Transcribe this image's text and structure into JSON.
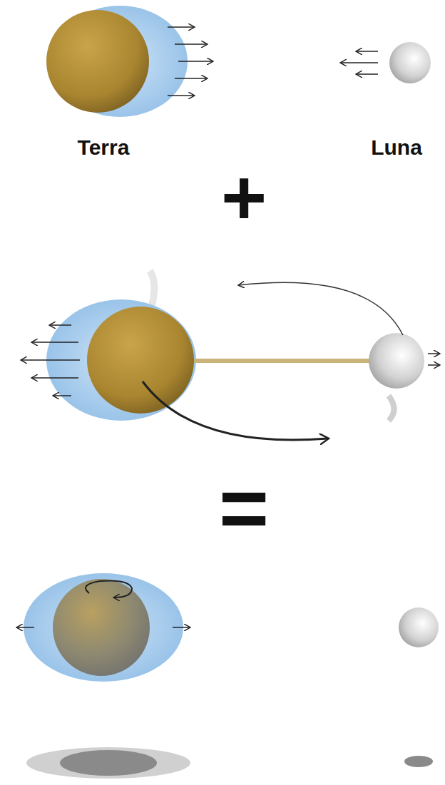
{
  "diagram": {
    "labels": [
      "Terra",
      "Luna",
      "+",
      "="
    ]
  }
}
